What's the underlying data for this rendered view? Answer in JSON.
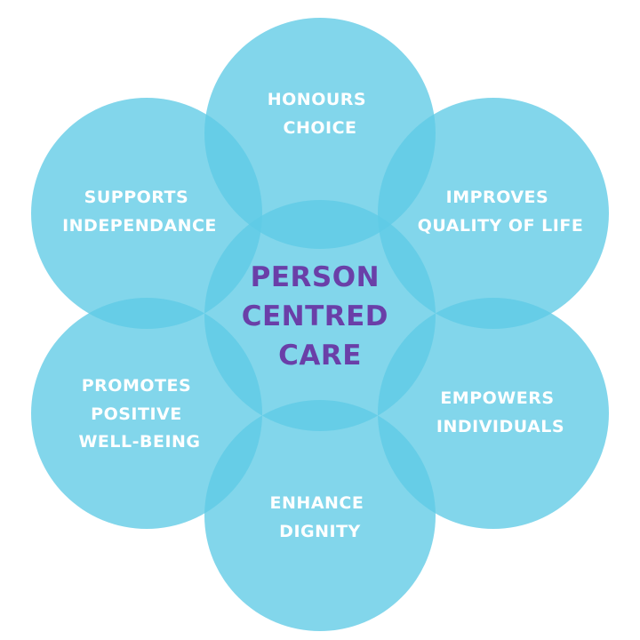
{
  "diagram": {
    "accent_color": "#5fcbe6",
    "label_color": "#ffffff",
    "center_text_color": "#6a3fa8",
    "center": {
      "lines": [
        "PERSON",
        "CENTRED",
        "CARE"
      ]
    },
    "petals": [
      {
        "id": "honours-choice",
        "lines": [
          "HONOURS",
          "CHOICE"
        ]
      },
      {
        "id": "improves-quality-of-life",
        "lines": [
          "IMPROVES",
          "QUALITY OF LIFE"
        ]
      },
      {
        "id": "empowers-individuals",
        "lines": [
          "EMPOWERS",
          "INDIVIDUALS"
        ]
      },
      {
        "id": "enhance-dignity",
        "lines": [
          "ENHANCE",
          "DIGNITY"
        ]
      },
      {
        "id": "promotes-positive-well-being",
        "lines": [
          "PROMOTES",
          "POSITIVE",
          "WELL-BEING"
        ]
      },
      {
        "id": "supports-independance",
        "lines": [
          "SUPPORTS",
          "INDEPENDANCE"
        ]
      }
    ]
  }
}
